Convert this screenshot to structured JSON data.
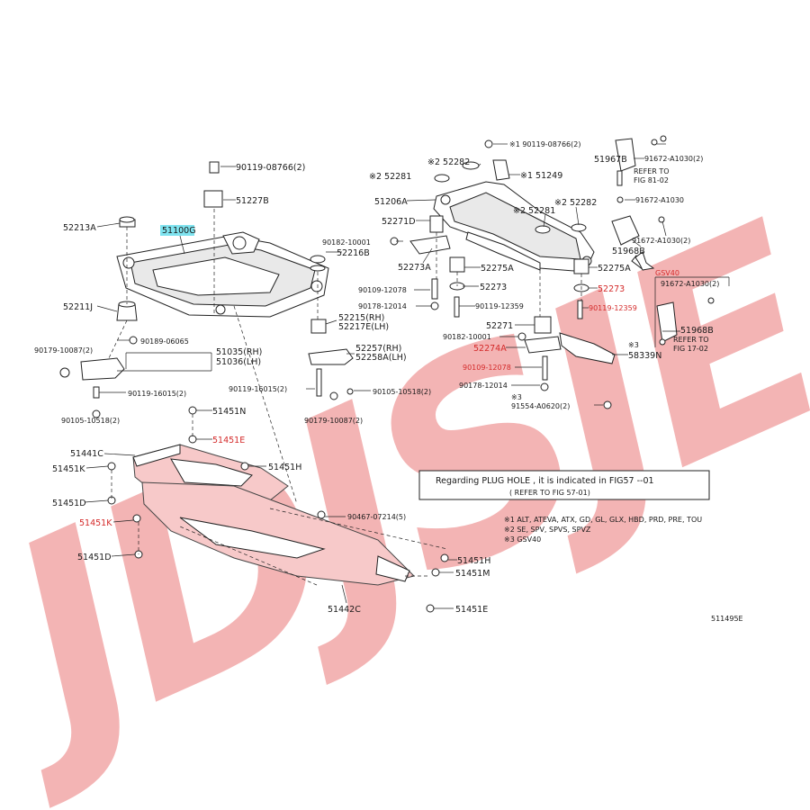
{
  "labels": {
    "l_90119_08766": "90119-08766(2)",
    "l_51227b": "51227B",
    "l_52213a": "52213A",
    "l_51100g": "51100G",
    "l_52211j": "52211J",
    "l_90179_10087": "90179-10087(2)",
    "l_90189_06065": "90189-06065",
    "l_51035": "51035(RH)",
    "l_51036": "51036(LH)",
    "l_90119_16015a": "90119-16015(2)",
    "l_90105_10518a": "90105-10518(2)",
    "l_90182_10001a": "90182-10001",
    "l_52216b": "52216B",
    "l_90109_12078a": "90109-12078",
    "l_90178_12014a": "90178-12014",
    "l_52215": "52215(RH)",
    "l_52217e": "52217E(LH)",
    "l_52257": "52257(RH)",
    "l_52258a": "52258A(LH)",
    "l_90119_16015b": "90119-16015(2)",
    "l_90105_10518b": "90105-10518(2)",
    "l_90179_10087b": "90179-10087(2)",
    "l_x1_90119_08766": "※1 90119-08766(2)",
    "l_x2_52282a": "※2 52282",
    "l_x2_52281a": "※2 52281",
    "l_x1_51249": "※1 51249",
    "l_51206a": "51206A",
    "l_52271d": "52271D",
    "l_x2_52281b": "※2 52281",
    "l_x2_52282b": "※2 52282",
    "l_52273a": "52273A",
    "l_52275a_1": "52275A",
    "l_52275a_2": "52275A",
    "l_52273_1": "52273",
    "l_52273_2": "52273",
    "l_90119_12359a": "90119-12359",
    "l_90119_12359b": "90119-12359",
    "l_52271": "52271",
    "l_90182_10001b": "90182-10001",
    "l_52274a": "52274A",
    "l_90109_12078b": "90109-12078",
    "l_90178_12014b": "90178-12014",
    "l_x3_a": "※3",
    "l_91554": "91554-A0620(2)",
    "l_x3_b": "※3",
    "l_58339n": "58339N",
    "l_51967b": "51967B",
    "l_91672_a1030_2a": "91672-A1030(2)",
    "l_refer81_1": "REFER TO",
    "l_refer81_2": "FIG 81-02",
    "l_91672_a1030": "91672-A1030",
    "l_51968b": "51968B",
    "l_91672_a1030_2b": "91672-A1030(2)",
    "l_gsv40": "GSV40",
    "l_91672_a1030_2c": "91672-A1030(2)",
    "l_51968b_2": "51968B",
    "l_refer17_1": "REFER TO",
    "l_refer17_2": "FIG 17-02",
    "l_51451n": "51451N",
    "l_51451e_1": "51451E",
    "l_51441c": "51441C",
    "l_51451k_1": "51451K",
    "l_51451h_1": "51451H",
    "l_51451d_1": "51451D",
    "l_51451k_2": "51451K",
    "l_90467": "90467-07214(5)",
    "l_51451d_2": "51451D",
    "l_51451h_2": "51451H",
    "l_51451m": "51451M",
    "l_51442c": "51442C",
    "l_51451e_2": "51451E",
    "l_illus": "511495E",
    "note_line1": "Regarding   PLUG  HOLE  , it is indicated   in  FIG57 --01",
    "note_line2": "( REFER TO FIG 57-01)",
    "fn1": "※1 ALT, ATEVA, ATX, GD, GL, GLX, HBD, PRD, PRE, TOU",
    "fn2": "※2 SE, SPV, SPVS, SPVZ",
    "fn3": "※3 GSV40",
    "watermark": "JDJSJE"
  },
  "colors": {
    "highlight": "#7fe3ef",
    "red_label": "#d42a2a",
    "watermark": "#f2a7a7"
  }
}
